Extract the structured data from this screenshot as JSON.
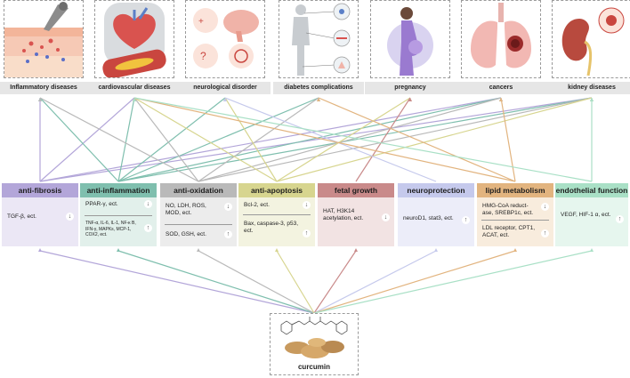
{
  "diseases": [
    {
      "label": "Inflammatory diseases"
    },
    {
      "label": "cardiovascular diseases"
    },
    {
      "label": "neurological disorder"
    },
    {
      "label": "diabetes complications"
    },
    {
      "label": "pregnancy"
    },
    {
      "label": "cancers"
    },
    {
      "label": "kidney diseases"
    }
  ],
  "effects": [
    {
      "title": "anti-fibrosis",
      "color": "#b3a6d9",
      "rows": [
        {
          "text": "TGF-β, ect.",
          "arrow": "↓"
        }
      ]
    },
    {
      "title": "anti-inflammation",
      "color": "#7fbfae",
      "rows": [
        {
          "text": "PPAR-γ, ect.",
          "arrow": "↓"
        },
        {
          "text": "TNF-α, IL-6, IL-1, NF-κ B, IFN-γ, MAPKs, MCP-1, COX2, ect.",
          "arrow": "↑"
        }
      ]
    },
    {
      "title": "anti-oxidation",
      "color": "#b9b9b9",
      "rows": [
        {
          "text": "NO, LDH, ROS, MOD, ect.",
          "arrow": "↓"
        },
        {
          "text": "SOD, GSH, ect.",
          "arrow": "↑"
        }
      ]
    },
    {
      "title": "anti-apoptosis",
      "color": "#d7d58f",
      "rows": [
        {
          "text": "Bcl-2, ect.",
          "arrow": "↓"
        },
        {
          "text": "Bax, caspase-3, p53, ect.",
          "arrow": "↑"
        }
      ]
    },
    {
      "title": "fetal growth",
      "color": "#c98a8a",
      "rows": [
        {
          "text": "HAT, H3K14 acetylation, ect.",
          "arrow": "↓"
        }
      ]
    },
    {
      "title": "neuroprotection",
      "color": "#c5c9ec",
      "rows": [
        {
          "text": "neuroD1, stat3, ect.",
          "arrow": "↑"
        }
      ]
    },
    {
      "title": "lipid metabolism",
      "color": "#e2b47f",
      "rows": [
        {
          "text": "HMG-CoA reduct-ase, SREBP1c, ect.",
          "arrow": "↓"
        },
        {
          "text": "LDL receptor, CPT1, ACAT, ect.",
          "arrow": "↑"
        }
      ]
    },
    {
      "title": "endothelial function",
      "color": "#a9e0c6",
      "rows": [
        {
          "text": "VEGF, HIF-1 α, ect.",
          "arrow": "↑"
        }
      ]
    }
  ],
  "source": {
    "label": "curcumin"
  },
  "links": [
    [
      0,
      0
    ],
    [
      0,
      1
    ],
    [
      0,
      5
    ],
    [
      0,
      6
    ],
    [
      1,
      0
    ],
    [
      1,
      1
    ],
    [
      1,
      2
    ],
    [
      1,
      3
    ],
    [
      1,
      5
    ],
    [
      1,
      6
    ],
    [
      2,
      0
    ],
    [
      2,
      1
    ],
    [
      2,
      3
    ],
    [
      2,
      5
    ],
    [
      2,
      6
    ],
    [
      3,
      1
    ],
    [
      3,
      2
    ],
    [
      3,
      4
    ],
    [
      3,
      6
    ],
    [
      4,
      4
    ],
    [
      5,
      2
    ],
    [
      6,
      1
    ],
    [
      6,
      3
    ],
    [
      6,
      5
    ],
    [
      7,
      1
    ],
    [
      7,
      6
    ]
  ]
}
